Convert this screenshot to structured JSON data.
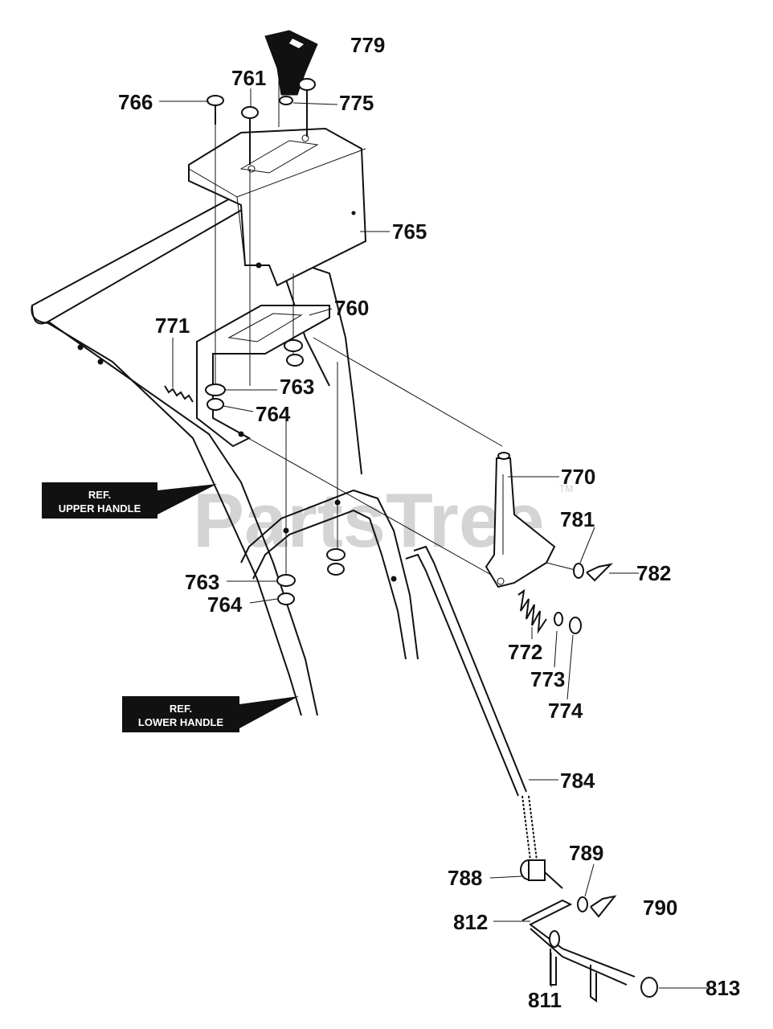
{
  "watermark": {
    "text": "PartsTree",
    "tm": "TM"
  },
  "reference_labels": {
    "upper_handle": [
      "REF.",
      "UPPER HANDLE"
    ],
    "lower_handle": [
      "REF.",
      "LOWER HANDLE"
    ]
  },
  "part_numbers": {
    "p779": "779",
    "p761": "761",
    "p766": "766",
    "p775": "775",
    "p765": "765",
    "p760": "760",
    "p771": "771",
    "p763a": "763",
    "p764a": "764",
    "p770": "770",
    "p781": "781",
    "p782": "782",
    "p763b": "763",
    "p764b": "764",
    "p772": "772",
    "p773": "773",
    "p774": "774",
    "p784": "784",
    "p789": "789",
    "p788": "788",
    "p790": "790",
    "p812": "812",
    "p813": "813",
    "p811": "811"
  }
}
